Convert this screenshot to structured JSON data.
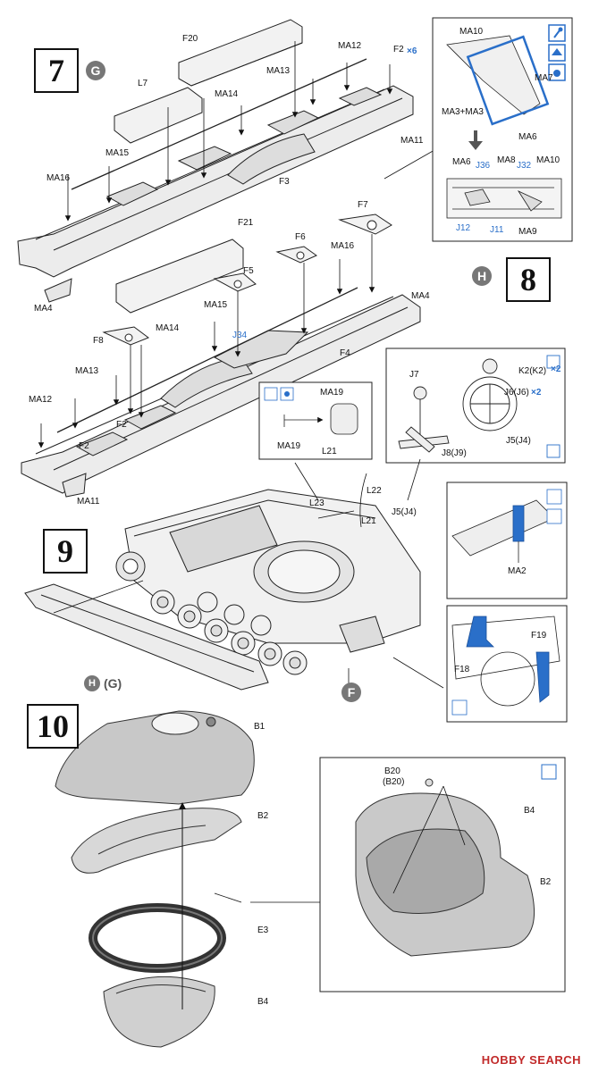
{
  "steps": {
    "s7": "7",
    "s8": "8",
    "s9": "9",
    "s10": "10"
  },
  "subs": {
    "g": "G",
    "h": "H",
    "f": "F",
    "h_label": "H",
    "g_paren": "(G)"
  },
  "times": {
    "x6": "×6",
    "x2a": "×2",
    "x2b": "×2"
  },
  "labels": {
    "f20": "F20",
    "ma12a": "MA12",
    "f2a": "F2",
    "l7": "L7",
    "ma13a": "MA13",
    "ma14a": "MA14",
    "ma15a": "MA15",
    "ma16a": "MA16",
    "f3": "F3",
    "ma11a": "MA11",
    "ma4a": "MA4",
    "ma10a": "MA10",
    "ma7": "MA7",
    "ma3ma3": "MA3+MA3",
    "ma6a": "MA6",
    "ma6b": "MA6",
    "j36": "J36",
    "ma8": "MA8",
    "j32": "J32",
    "ma10b": "MA10",
    "j12": "J12",
    "j11": "J11",
    "ma9": "MA9",
    "f21": "F21",
    "f7": "F7",
    "f6": "F6",
    "ma16b": "MA16",
    "f5": "F5",
    "ma15b": "MA15",
    "ma4b": "MA4",
    "j34": "J34",
    "f8": "F8",
    "ma14b": "MA14",
    "f4": "F4",
    "ma13b": "MA13",
    "ma12b": "MA12",
    "f2b": "F2",
    "f2c": "F2",
    "ma11b": "MA11",
    "ma19a": "MA19",
    "ma19b": "MA19",
    "l21a": "L21",
    "k2": "K2(K2)",
    "j7": "J7",
    "j6": "J6(J6)",
    "j5a": "J5(J4)",
    "j8": "J8(J9)",
    "l23": "L23",
    "l22": "L22",
    "l21b": "L21",
    "j5b": "J5(J4)",
    "ma2": "MA2",
    "f19": "F19",
    "f18": "F18",
    "b1": "B1",
    "b2a": "B2",
    "e3": "E3",
    "b4a": "B4",
    "b20": "B20",
    "b20p": "(B20)",
    "b4b": "B4",
    "b2b": "B2"
  },
  "watermark": "HOBBY SEARCH"
}
